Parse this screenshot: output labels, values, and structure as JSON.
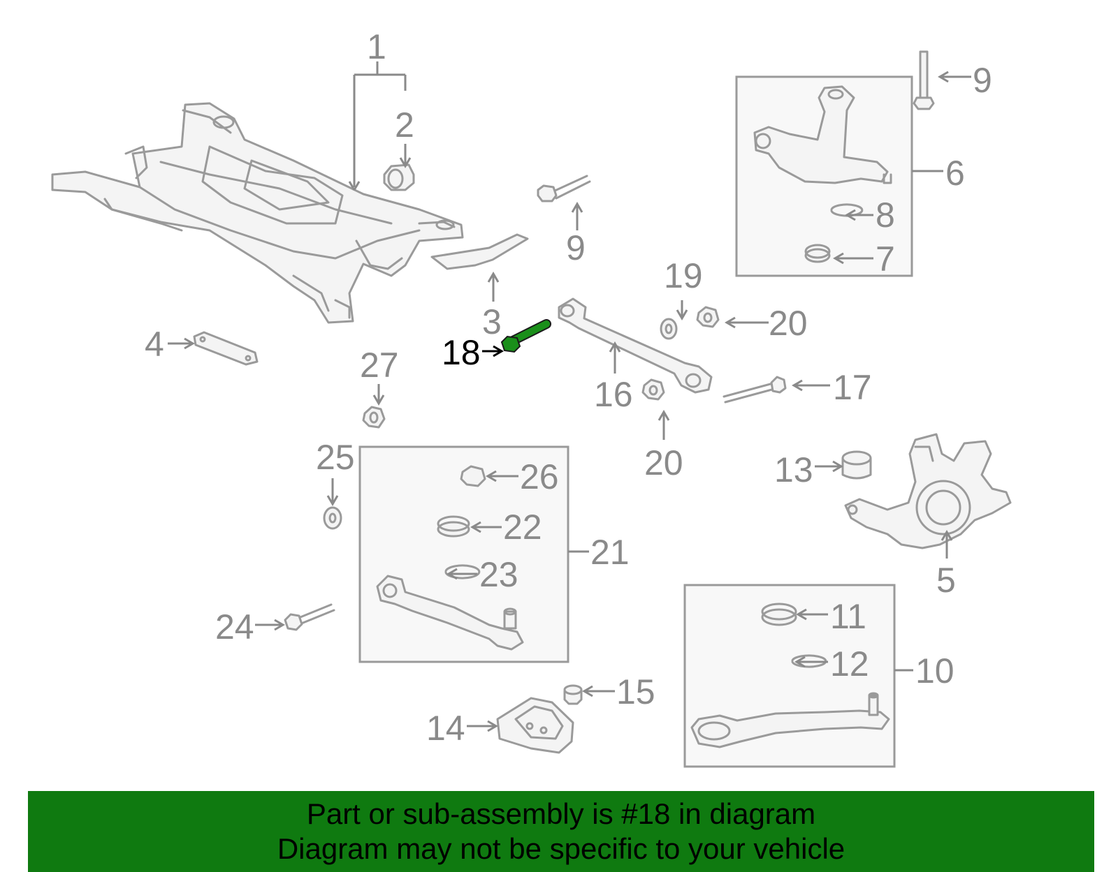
{
  "callouts": {
    "c1": "1",
    "c2": "2",
    "c3": "3",
    "c4": "4",
    "c5": "5",
    "c6": "6",
    "c7": "7",
    "c8": "8",
    "c9a": "9",
    "c9b": "9",
    "c10": "10",
    "c11": "11",
    "c12": "12",
    "c13": "13",
    "c14": "14",
    "c15": "15",
    "c16": "16",
    "c17": "17",
    "c18": "18",
    "c19": "19",
    "c20a": "20",
    "c20b": "20",
    "c21": "21",
    "c22": "22",
    "c23": "23",
    "c24": "24",
    "c25": "25",
    "c26": "26",
    "c27": "27"
  },
  "highlight": {
    "part": "18",
    "color": "#1a8f1a"
  },
  "banner": {
    "line1": "Part or sub-assembly is #18 in diagram",
    "line2": "Diagram may not be specific to your vehicle",
    "background": "#0f7a10"
  }
}
